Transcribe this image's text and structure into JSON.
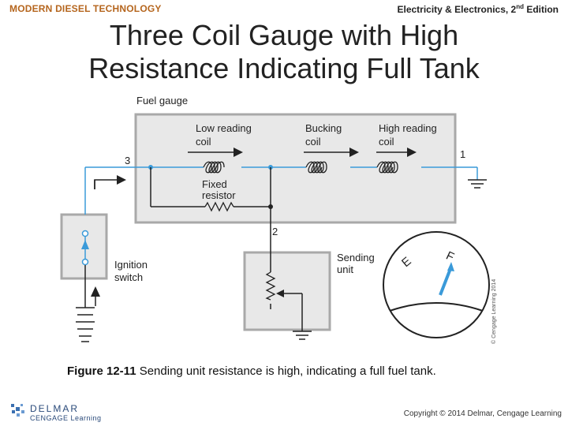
{
  "header": {
    "left": "MODERN DIESEL TECHNOLOGY",
    "right_main": "Electricity & Electronics, 2",
    "right_sup": "nd",
    "right_tail": " Edition"
  },
  "title": {
    "line1": "Three Coil Gauge with High",
    "line2": "Resistance Indicating Full Tank"
  },
  "diagram": {
    "fuel_gauge": "Fuel gauge",
    "low_coil_1": "Low reading",
    "low_coil_2": "coil",
    "bucking_1": "Bucking",
    "bucking_2": "coil",
    "high_coil_1": "High reading",
    "high_coil_2": "coil",
    "fixed_1": "Fixed",
    "fixed_2": "resistor",
    "terminal_3": "3",
    "terminal_1": "1",
    "terminal_2": "2",
    "ignition_1": "Ignition",
    "ignition_2": "switch",
    "sending_1": "Sending",
    "sending_2": "unit",
    "gauge_e": "E",
    "gauge_f": "F",
    "image_credit": "© Cengage Learning 2014",
    "colors": {
      "wire_blue": "#3a9ad9",
      "line": "#222222",
      "box_fill": "#e8e8e8",
      "box_stroke": "#a9a9a9"
    }
  },
  "caption": {
    "figure": "Figure 12-11",
    "text": " Sending unit resistance is high, indicating a full fuel tank."
  },
  "footer": {
    "logo_word": "DELMAR",
    "logo_sub": "CENGAGE Learning",
    "copyright": "Copyright © 2014 Delmar, Cengage Learning"
  }
}
